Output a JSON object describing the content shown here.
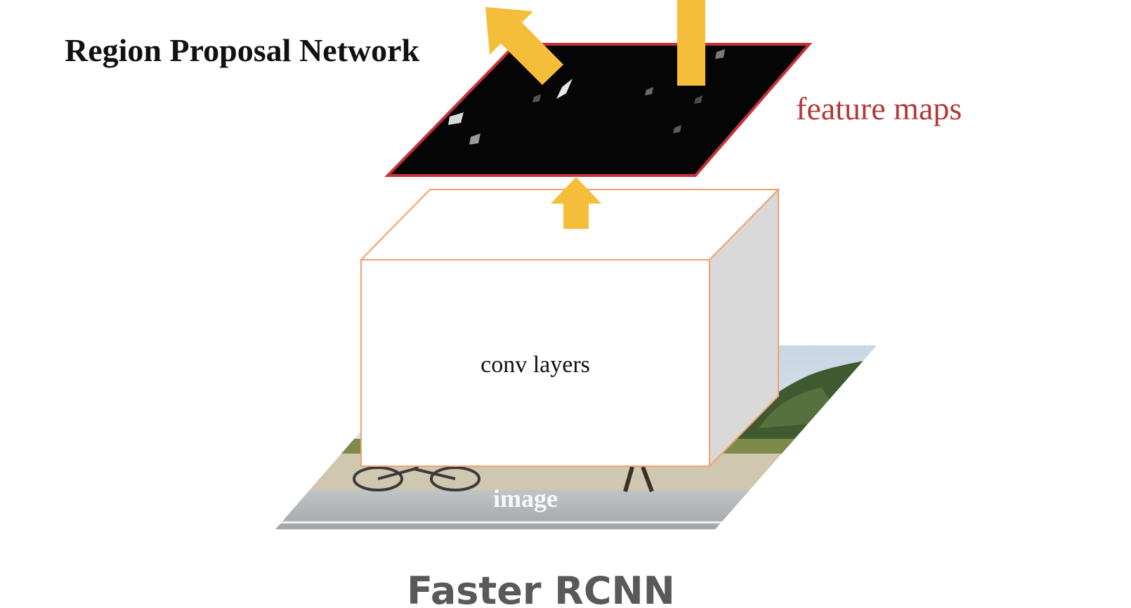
{
  "diagram": {
    "rpn_label": "Region Proposal Network",
    "feature_maps_label": "feature maps",
    "conv_layers_label": "conv layers",
    "image_label": "image",
    "caption": "Faster RCNN"
  },
  "colors": {
    "arrow": "#F5BE3A",
    "conv_box_edge": "#F0A070",
    "feature_map_border": "#C8323C",
    "feature_maps_text": "#B03A3A",
    "caption_text": "#595959",
    "title_text": "#111111"
  }
}
